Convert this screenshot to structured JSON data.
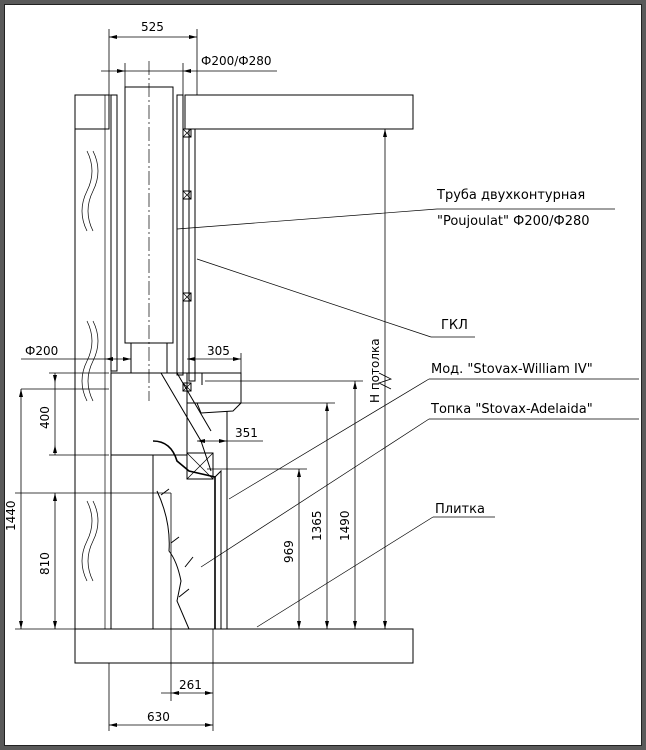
{
  "dimensions": {
    "d525": "525",
    "pipe_diam": "Ф200/Ф280",
    "d200": "Ф200",
    "d305": "305",
    "d351": "351",
    "d400": "400",
    "d1440": "1440",
    "d810": "810",
    "d969": "969",
    "d1365": "1365",
    "d1490": "1490",
    "ceiling_h": "H потолка",
    "d261": "261",
    "d630": "630"
  },
  "labels": {
    "pipe_line1": "Труба двухконтурная",
    "pipe_line2": "\"Poujoulat\" Ф200/Ф280",
    "gkl": "ГКЛ",
    "model": "Мод. \"Stovax-William IV\"",
    "firebox": "Топка \"Stovax-Adelaida\"",
    "tile": "Плитка"
  },
  "colors": {
    "line": "#000000",
    "background": "#ffffff",
    "frame": "#5a5a5a"
  }
}
